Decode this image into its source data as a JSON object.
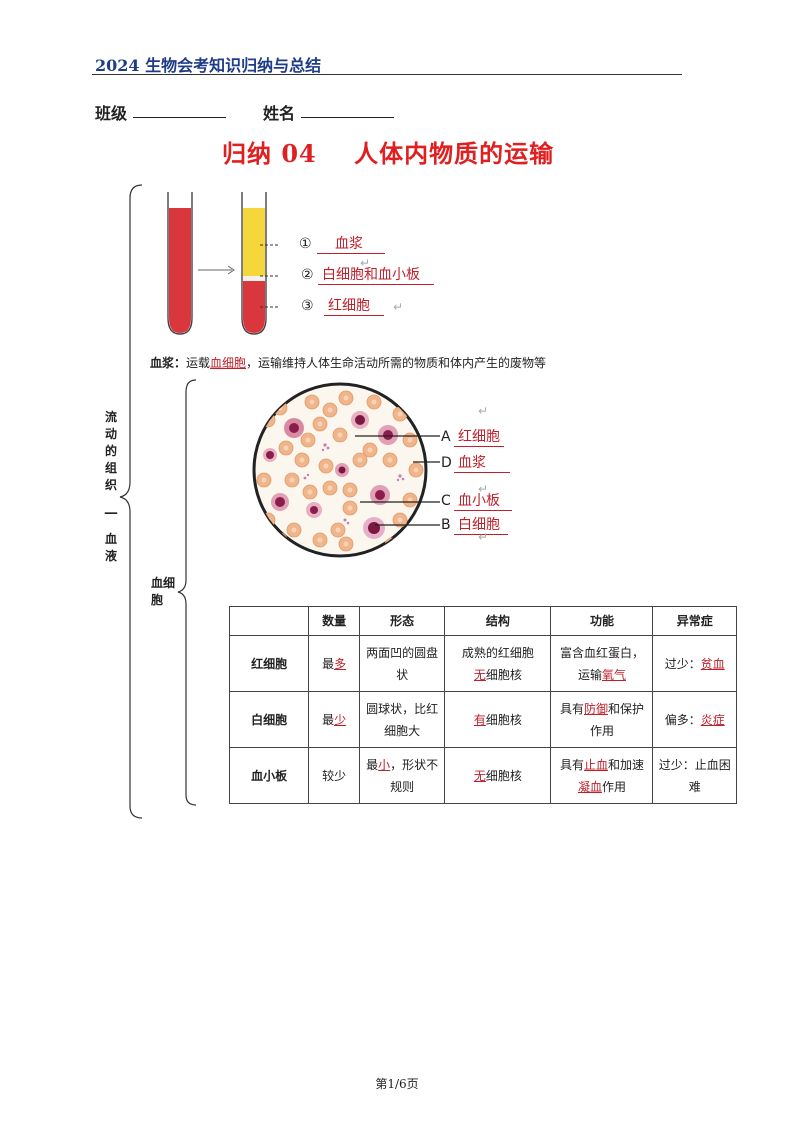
{
  "header": {
    "title": "2024 生物会考知识归纳与总结",
    "class_label": "班级",
    "name_label": "姓名"
  },
  "main_title": "归纳 04    人体内物质的运输",
  "side_label": {
    "chars": "流动的组织",
    "dash": "—",
    "blood": "血液"
  },
  "tubes": {
    "markers": [
      "①",
      "②",
      "③"
    ],
    "answers": [
      "血浆",
      "白细胞和血小板",
      "红细胞"
    ]
  },
  "plasma": {
    "lead": "血浆：",
    "text_before": "运载",
    "text_underlined": "血细胞",
    "text_after": "，运输维持人体生命活动所需的物质和体内产生的废物等"
  },
  "blood_cell_label": "血细胞",
  "micrograph": {
    "labels": [
      {
        "letter": "A",
        "answer": "红细胞"
      },
      {
        "letter": "D",
        "answer": "血浆"
      },
      {
        "letter": "C",
        "answer": "血小板"
      },
      {
        "letter": "B",
        "answer": "白细胞"
      }
    ]
  },
  "table": {
    "headers": [
      "",
      "数量",
      "形态",
      "结构",
      "功能",
      "异常症"
    ],
    "rows": [
      {
        "name": "红细胞",
        "count_pre": "最",
        "count_hl": "多",
        "shape_pre": "两面凹的圆盘状",
        "shape_hl": "",
        "shape_post": "",
        "struct_pre": "成熟的红细胞",
        "struct_hl": "无",
        "struct_post": "细胞核",
        "func_pre": "富含血红蛋白，运输",
        "func_hl": "氧气",
        "func_mid": "",
        "func_hl2": "",
        "func_post": "",
        "dis_pre": "过少：",
        "dis_hl": "贫血",
        "dis_post": ""
      },
      {
        "name": "白细胞",
        "count_pre": "最",
        "count_hl": "少",
        "shape_pre": "圆球状，比红细胞大",
        "shape_hl": "",
        "shape_post": "",
        "struct_pre": "",
        "struct_hl": "有",
        "struct_post": "细胞核",
        "func_pre": "具有",
        "func_hl": "防御",
        "func_mid": "和保护作用",
        "func_hl2": "",
        "func_post": "",
        "dis_pre": "偏多：",
        "dis_hl": "炎症",
        "dis_post": ""
      },
      {
        "name": "血小板",
        "count_pre": "较少",
        "count_hl": "",
        "shape_pre": "最",
        "shape_hl": "小",
        "shape_post": "，形状不规则",
        "struct_pre": "",
        "struct_hl": "无",
        "struct_post": "细胞核",
        "func_pre": "具有",
        "func_hl": "止血",
        "func_mid": "和加速",
        "func_hl2": "凝血",
        "func_post": "作用",
        "dis_pre": "过少：止血困难",
        "dis_hl": "",
        "dis_post": ""
      }
    ]
  },
  "footer": "第1/6页",
  "colors": {
    "header_blue": "#1f3c88",
    "title_red": "#e02020",
    "answer_red": "#c0202a",
    "blood_red": "#d9363e",
    "plasma_yellow": "#f5d63b"
  }
}
